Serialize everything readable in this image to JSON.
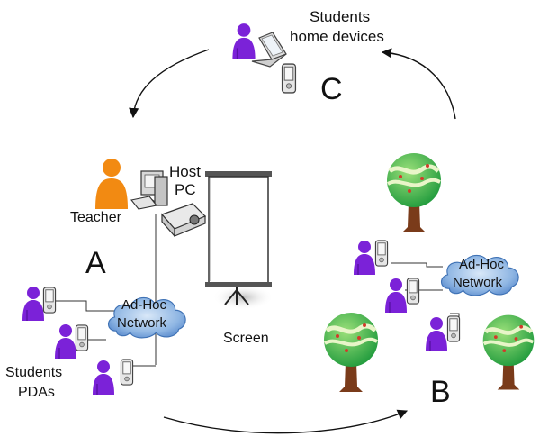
{
  "labels": {
    "students_home_line1": "Students",
    "students_home_line2": "home devices",
    "c": "C",
    "host_line1": "Host",
    "host_line2": "PC",
    "teacher": "Teacher",
    "a": "A",
    "adhoc_a_line1": "Ad-Hoc",
    "adhoc_a_line2": "Network",
    "screen": "Screen",
    "students_pdas_line1": "Students",
    "students_pdas_line2": "PDAs",
    "adhoc_b_line1": "Ad-Hoc",
    "adhoc_b_line2": "Network",
    "b": "B"
  },
  "colors": {
    "person_purple": "#7b22d8",
    "teacher_orange": "#f28a12",
    "cloud_blue": "#8fb6e3",
    "tree_green": "#2fae48",
    "tree_trunk": "#7a3b1a"
  },
  "icons": [
    "person-icon",
    "teacher-icon",
    "pda-icon",
    "laptop-icon",
    "pc-icon",
    "projector-icon",
    "screen-icon",
    "cloud-icon",
    "tree-icon"
  ]
}
